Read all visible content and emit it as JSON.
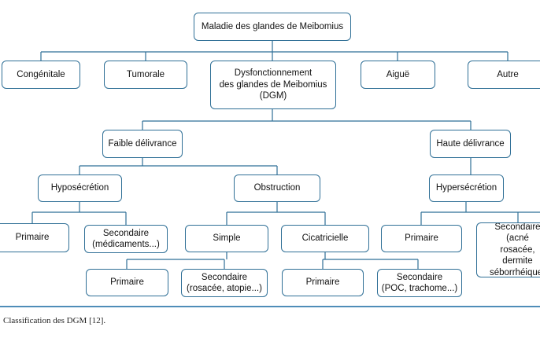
{
  "colors": {
    "border": "#2f6f96",
    "line": "#2f6f96",
    "rule": "#4f8db8",
    "text": "#111111"
  },
  "diagram": {
    "root": "Maladie des glandes de Meibomius",
    "level1": [
      "Congénitale",
      "Tumorale",
      "Dysfonctionnement\ndes glandes de Meibomius\n(DGM)",
      "Aiguë",
      "Autre"
    ],
    "delivery_low": "Faible délivrance",
    "delivery_high": "Haute délivrance",
    "hyposecretion": "Hyposécrétion",
    "obstruction": "Obstruction",
    "hypersecretion": "Hypersécrétion",
    "hypo_primary": "Primaire",
    "hypo_secondary": "Secondaire\n(médicaments...)",
    "obs_simple": "Simple",
    "obs_cicatricial": "Cicatricielle",
    "hyper_primary": "Primaire",
    "hyper_secondary": "Secondaire\n(acné rosacée,\ndermite\nséborrhéique)",
    "simple_primary": "Primaire",
    "simple_secondary": "Secondaire\n(rosacée, atopie...)",
    "cicat_primary": "Primaire",
    "cicat_secondary": "Secondaire\n(POC, trachome...)"
  },
  "caption": "Classification des DGM [12]."
}
